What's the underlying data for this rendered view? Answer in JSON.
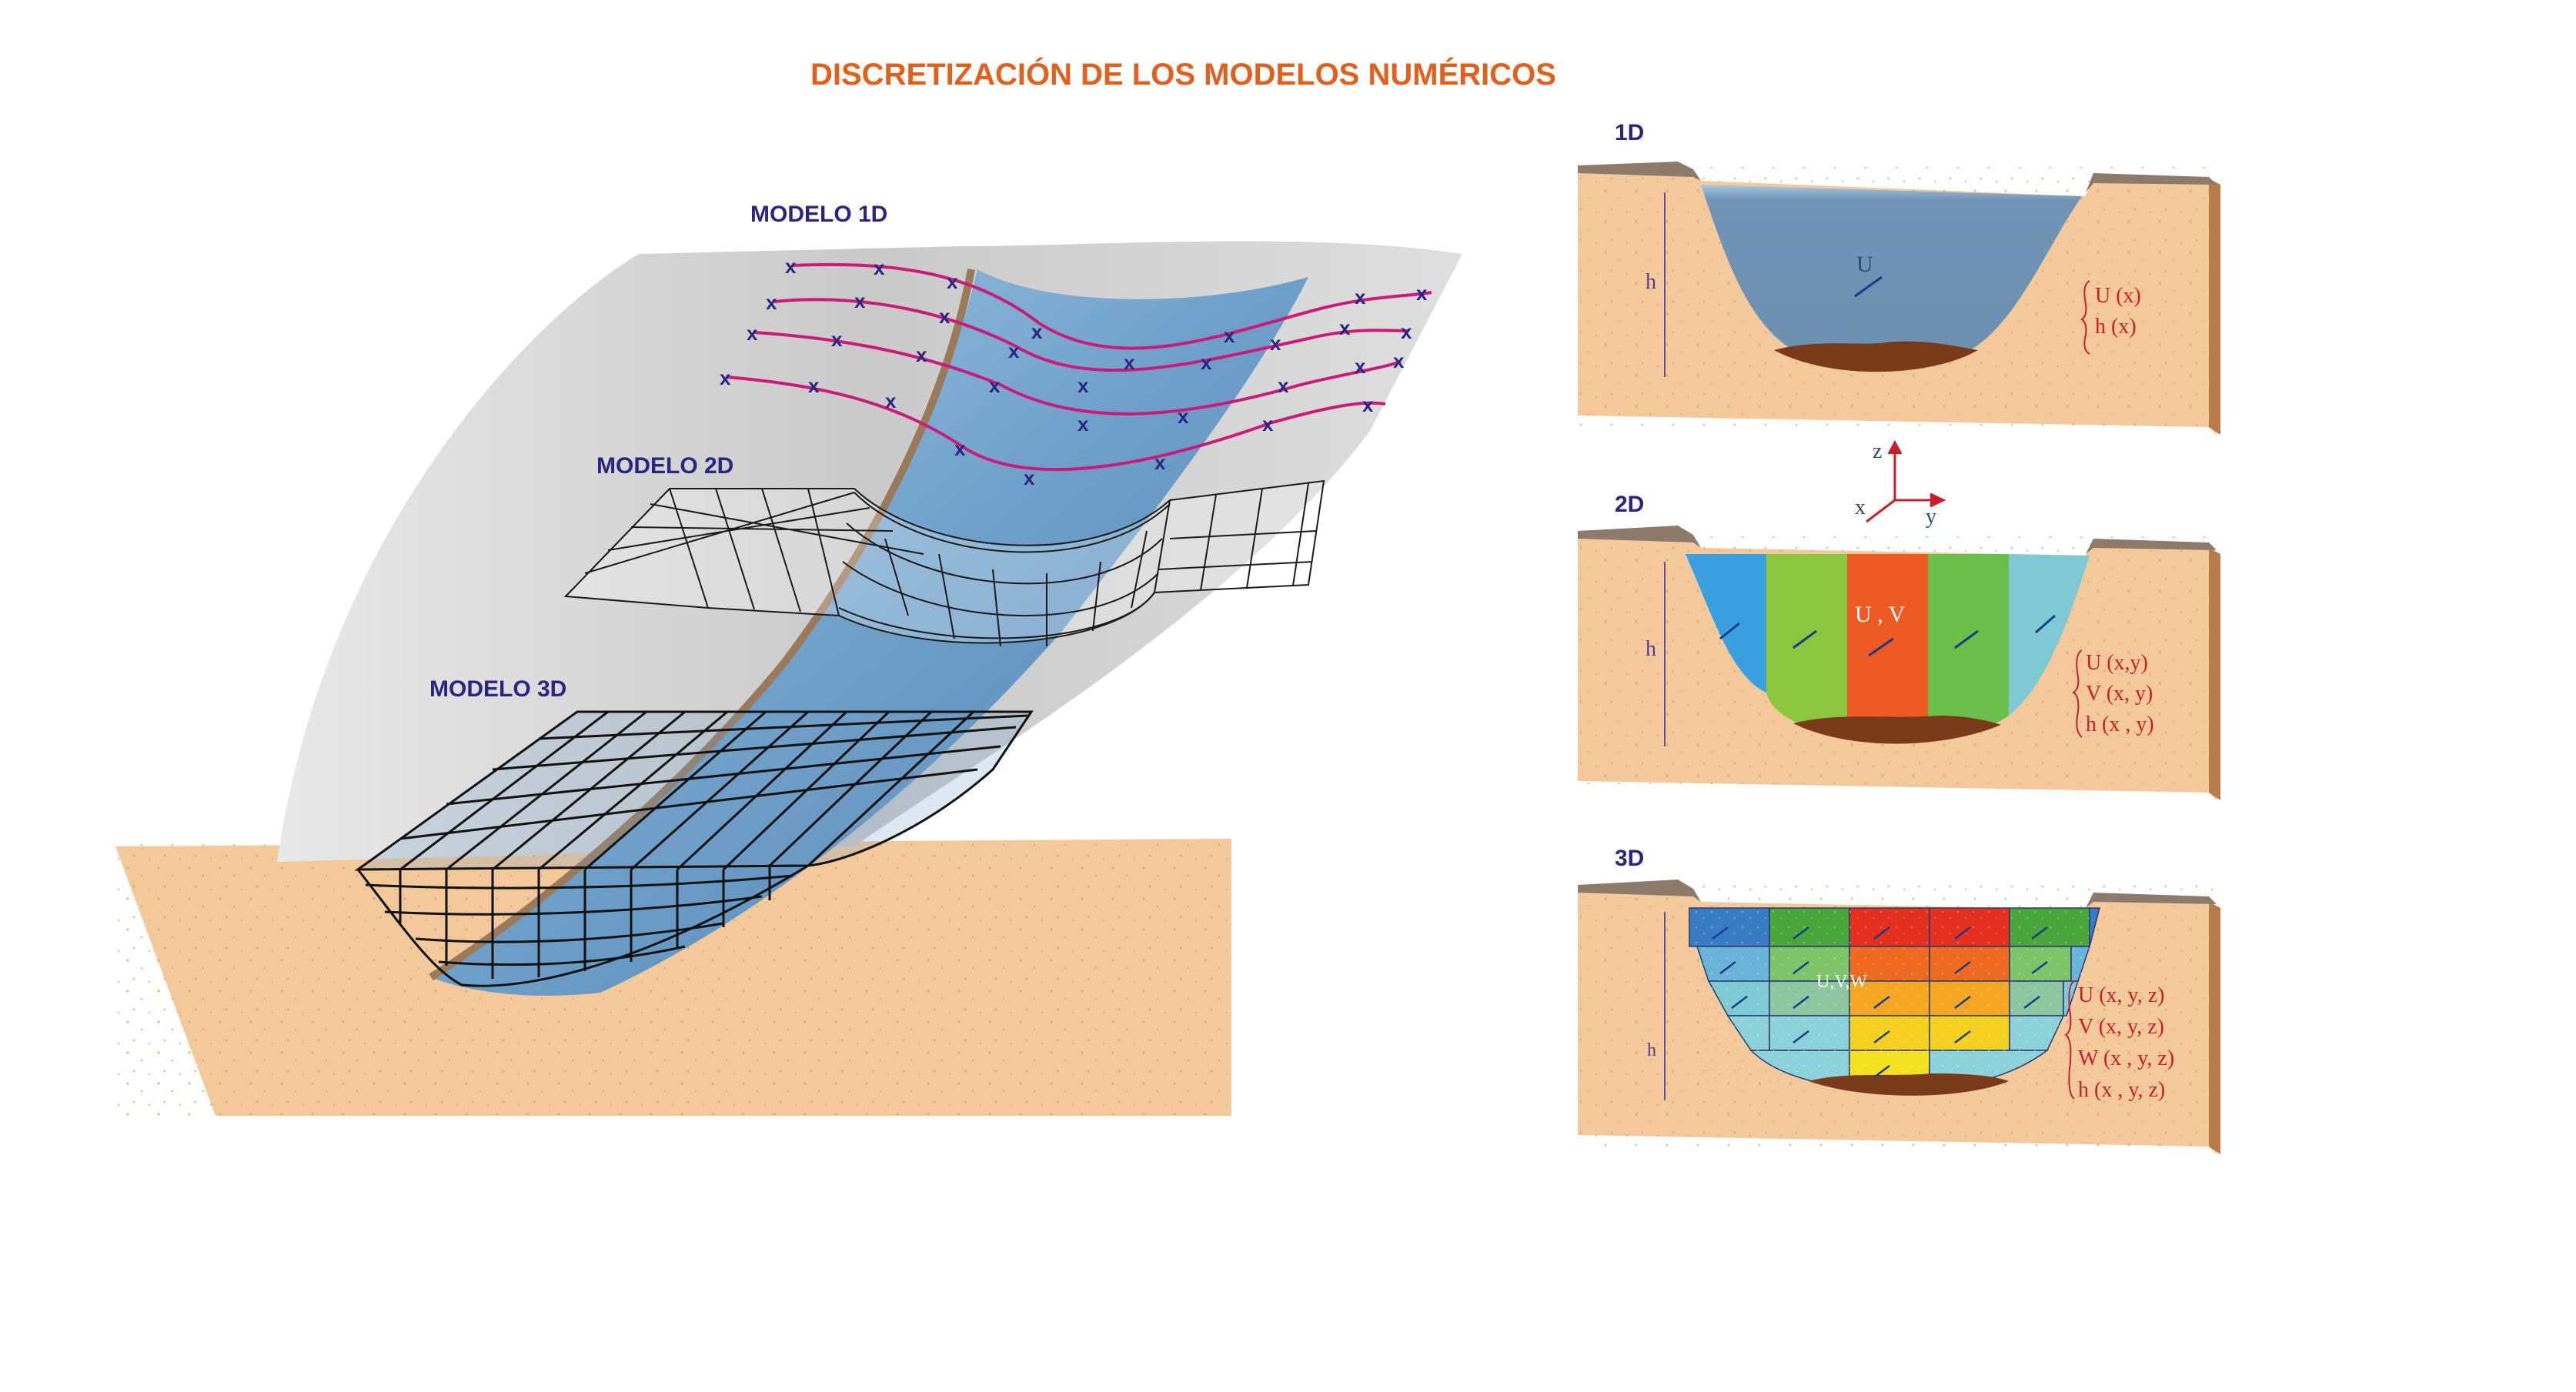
{
  "title": "DISCRETIZACIÓN DE LOS MODELOS NUMÉRICOS",
  "main_diagram": {
    "label_1d": "MODELO 1D",
    "label_2d": "MODELO 2D",
    "label_3d": "MODELO 3D"
  },
  "panel_1d": {
    "label": "1D",
    "depth_label": "h",
    "velocity_label": "U",
    "equations": [
      "U (x)",
      "h (x)"
    ]
  },
  "axes": {
    "z": "z",
    "x": "x",
    "y": "y"
  },
  "panel_2d": {
    "label": "2D",
    "depth_label": "h",
    "velocity_label": "U , V",
    "equations": [
      "U (x,y)",
      "V (x, y)",
      "h (x , y)"
    ]
  },
  "panel_3d": {
    "label": "3D",
    "depth_label": "h",
    "velocity_label": "U,V,W",
    "equations": [
      "U (x, y, z)",
      "V (x, y, z)",
      "W (x , y, z)",
      "h (x , y, z)"
    ]
  },
  "colors": {
    "title": "#e0601c",
    "label": "#2a2580",
    "equation": "#c8202a",
    "soil": "#f3c89a",
    "rock": "#cfcfcf",
    "water": "#6e95b8",
    "sediment": "#7a3b1a",
    "curve": "#cc1a7a"
  }
}
